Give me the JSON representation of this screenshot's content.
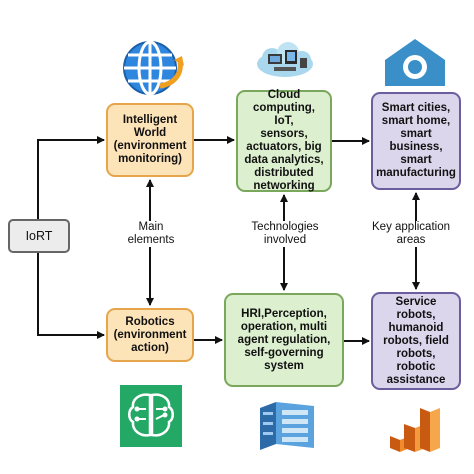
{
  "nodes": {
    "iort": "IoRT",
    "intelligent_world": "Intelligent\nWorld\n(environment\nmonitoring)",
    "robotics": "Robotics\n(environment\naction)",
    "cloud": "Cloud\ncomputing, IoT,\nsensors,\nactuators, big\ndata analytics,\ndistributed\nnetworking",
    "hri": "HRI,Perception,\noperation, multi\nagent regulation,\nself-governing\nsystem",
    "smart": "Smart cities,\nsmart home,\nsmart\nbusiness,\nsmart\nmanufacturing",
    "service": "Service robots,\nhumanoid\nrobots, field\nrobots, robotic\nassistance"
  },
  "labels": {
    "main_elements": "Main\nelements",
    "technologies": "Technologies\ninvolved",
    "key_areas": "Key application\nareas"
  },
  "icons": {
    "globe": "globe-icon",
    "cloud": "cloud-devices-icon",
    "home": "home-icon",
    "brain": "brain-circuit-icon",
    "servers": "server-rack-icon",
    "layers": "stacked-layers-icon"
  },
  "colors": {
    "iort_fill": "#ececec",
    "orange_fill": "#fde3b8",
    "orange_border": "#e6a54a",
    "green_fill": "#dcefcf",
    "green_border": "#79a85c",
    "purple_fill": "#dcd6ec",
    "purple_border": "#6a5e9e",
    "arrow": "#111111"
  }
}
